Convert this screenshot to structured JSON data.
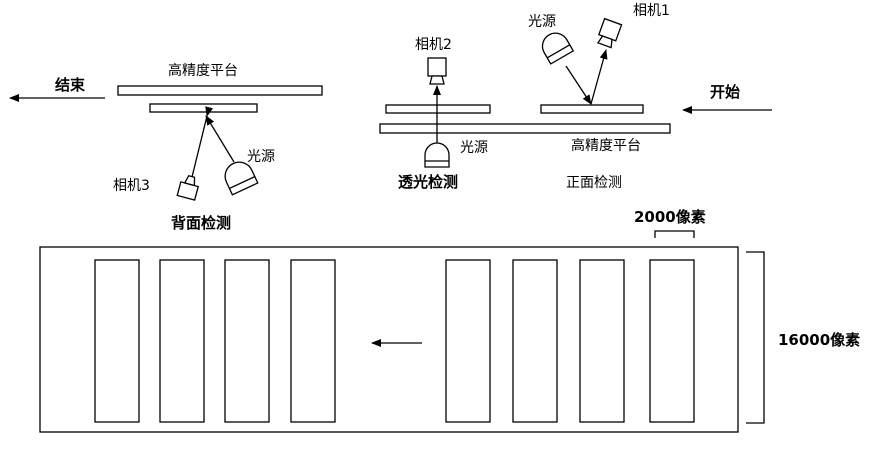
{
  "labels": {
    "platform_left": "高精度平台",
    "platform_right": "高精度平台",
    "end": "结束",
    "start": "开始",
    "camera1": "相机1",
    "camera2": "相机2",
    "camera3": "相机3",
    "light_top": "光源",
    "light_transmit": "光源",
    "light_back": "光源",
    "transmit_inspection": "透光检测",
    "front_inspection": "正面检测",
    "back_inspection": "背面检测",
    "width_pixels": "2000像素",
    "height_pixels": "16000像素"
  },
  "strip": {
    "left_panel_count": 4,
    "right_panel_count": 4
  },
  "icons": {
    "arrow": "arrow-left-icon",
    "camera": "camera-icon",
    "light": "light-source-icon"
  }
}
